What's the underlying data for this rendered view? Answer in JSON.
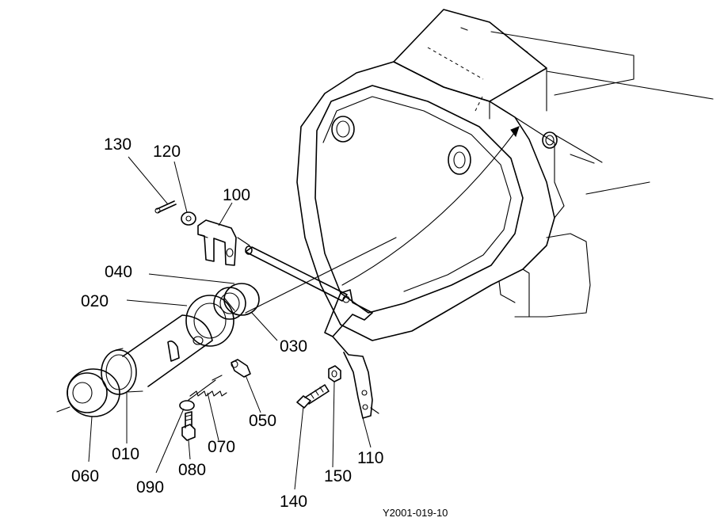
{
  "callouts": [
    {
      "id": "p130",
      "text": "130"
    },
    {
      "id": "p120",
      "text": "120"
    },
    {
      "id": "p100",
      "text": "100"
    },
    {
      "id": "p040",
      "text": "040"
    },
    {
      "id": "p020",
      "text": "020"
    },
    {
      "id": "p030",
      "text": "030"
    },
    {
      "id": "p050",
      "text": "050"
    },
    {
      "id": "p070",
      "text": "070"
    },
    {
      "id": "p060",
      "text": "060"
    },
    {
      "id": "p010",
      "text": "010"
    },
    {
      "id": "p090",
      "text": "090"
    },
    {
      "id": "p080",
      "text": "080"
    },
    {
      "id": "p140",
      "text": "140"
    },
    {
      "id": "p150",
      "text": "150"
    },
    {
      "id": "p110",
      "text": "110"
    }
  ],
  "figure_code": "Y2001-019-10"
}
